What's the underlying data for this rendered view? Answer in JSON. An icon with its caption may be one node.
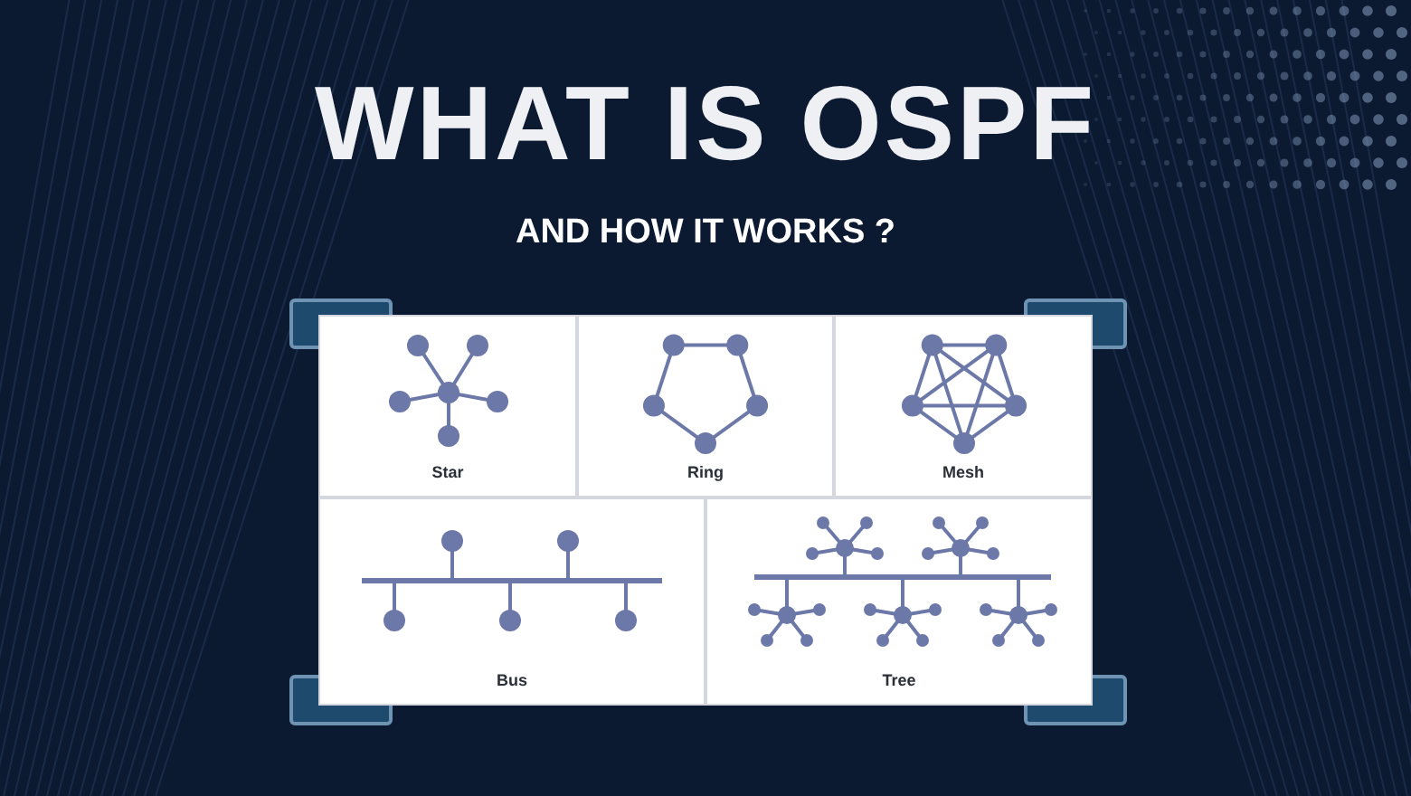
{
  "diagram": {
    "title": "WHAT IS OSPF",
    "nodes": [
      {
        "text": [
          "Star"
        ]
      },
      {
        "text": [
          "Ring"
        ]
      },
      {
        "text": [
          "Mesh"
        ]
      },
      {
        "text": [
          "Bus"
        ]
      },
      {
        "text": [
          "Tree"
        ]
      }
    ],
    "labels": [
      "AND HOW IT WORKS ?"
    ]
  }
}
